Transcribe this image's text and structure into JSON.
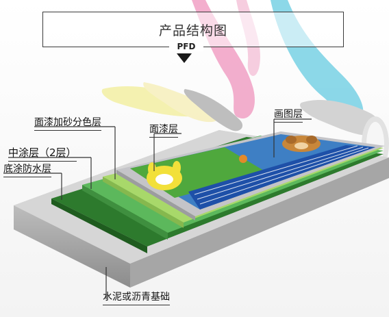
{
  "title": "产品结构图",
  "tag": "PFD",
  "layers": {
    "painting_layer": "画图层",
    "topcoat_layer": "面漆层",
    "topcoat_sand_color_layer": "面漆加砂分色层",
    "middle_coat_layer": "中涂层（2层）",
    "base_waterproof_layer": "底涂防水层",
    "foundation": "水泥或沥青基础"
  },
  "colors": {
    "foundation": "#9a9a9a",
    "waterproof": "#2d7a2d",
    "middle": "#5cb85c",
    "sand": "#a8d86a",
    "topcoat": "#c8c8cc",
    "court_green": "#4fa83d",
    "court_blue": "#2a6fb8",
    "track": "#1e50a8"
  }
}
